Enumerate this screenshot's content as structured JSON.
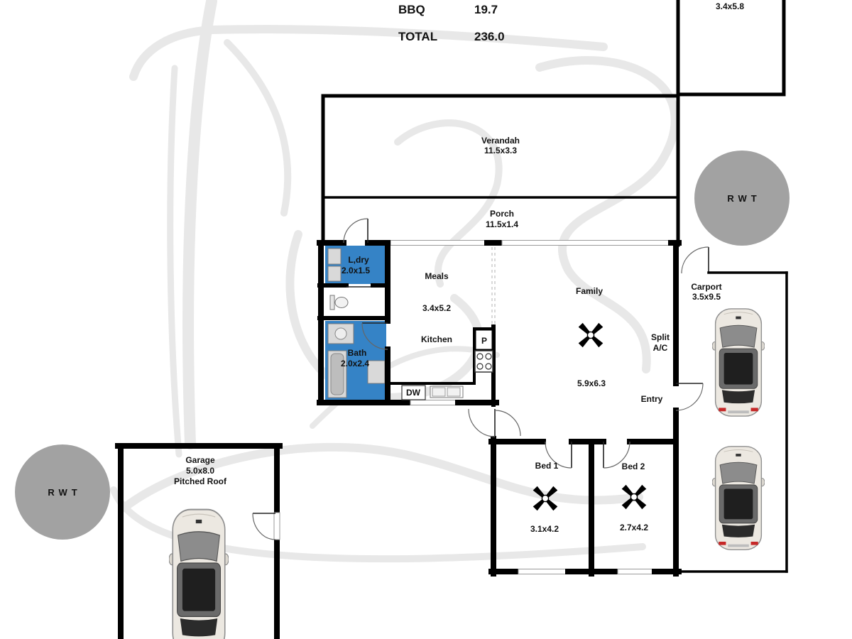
{
  "area_summary": {
    "rows": [
      {
        "label": "BBQ",
        "value": "19.7"
      },
      {
        "label": "TOTAL",
        "value": "236.0"
      }
    ]
  },
  "rooms": {
    "upper_right": {
      "size": "3.4x5.8"
    },
    "verandah": {
      "name": "Verandah",
      "size": "11.5x3.3"
    },
    "porch": {
      "name": "Porch",
      "size": "11.5x1.4"
    },
    "laundry": {
      "name": "L,dry",
      "size": "2.0x1.5"
    },
    "bath": {
      "name": "Bath",
      "size": "2.0x2.4"
    },
    "meals_kitchen": {
      "meals": "Meals",
      "size": "3.4x5.2",
      "kitchen": "Kitchen"
    },
    "family": {
      "name": "Family",
      "size": "5.9x6.3"
    },
    "carport": {
      "name": "Carport",
      "size": "3.5x9.5"
    },
    "bed_1": {
      "name": "Bed 1",
      "size": "3.1x4.2"
    },
    "bed_2": {
      "name": "Bed 2",
      "size": "2.7x4.2"
    },
    "garage": {
      "name": "Garage",
      "size": "5.0x8.0",
      "roof": "Pitched Roof"
    }
  },
  "fixtures": {
    "pantry": "P",
    "dishwasher": "DW",
    "split_ac": {
      "line1": "Split",
      "line2": "A/C"
    },
    "entry": "Entry"
  },
  "rainwater_tanks": [
    {
      "label": "RWT"
    },
    {
      "label": "RWT"
    }
  ],
  "icons": {
    "fan": "ceiling-fan-icon",
    "car": "car-icon",
    "toilet": "toilet-icon",
    "bathtub": "bathtub-icon",
    "basin": "basin-icon",
    "sink": "sink-icon",
    "cooktop": "cooktop-icon",
    "laundry_tub": "laundry-tub-icon"
  },
  "colors": {
    "wet_area": "#3583c6",
    "tank": "#a2a2a2",
    "watermark": "#e8e8e8",
    "tail_light": "#c62828",
    "wall": "#000000"
  }
}
